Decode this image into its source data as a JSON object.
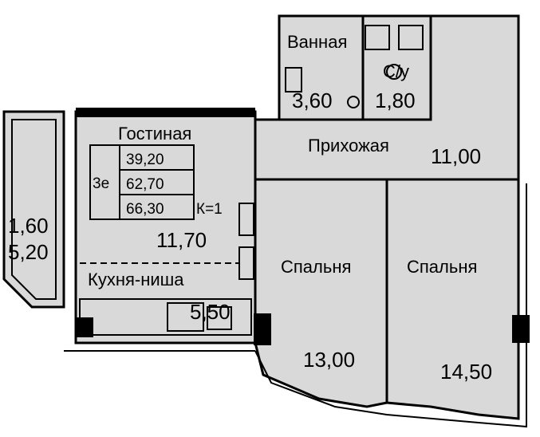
{
  "plan": {
    "summary": {
      "rooms": "3е",
      "living_area": "39,20",
      "total_area": "62,70",
      "total_area_with_balcony": "66,30",
      "coefficient": "К=1"
    },
    "rooms": {
      "bathroom": {
        "label": "Ванная",
        "area": "3,60"
      },
      "wc": {
        "label": "С/у",
        "area": "1,80"
      },
      "living": {
        "label": "Гостиная",
        "area": "11,70"
      },
      "kitchen": {
        "label": "Кухня-ниша",
        "area": "5,50"
      },
      "hall": {
        "label": "Прихожая",
        "area": "11,00"
      },
      "balcony": {
        "area_1": "1,60",
        "area_2": "5,20"
      },
      "bedroom1": {
        "label": "Спальня",
        "area": "13,00"
      },
      "bedroom2": {
        "label": "Спальня",
        "area": "14,50"
      }
    },
    "colors": {
      "room_fill": "#d9d9d9",
      "wall": "#000000"
    }
  }
}
